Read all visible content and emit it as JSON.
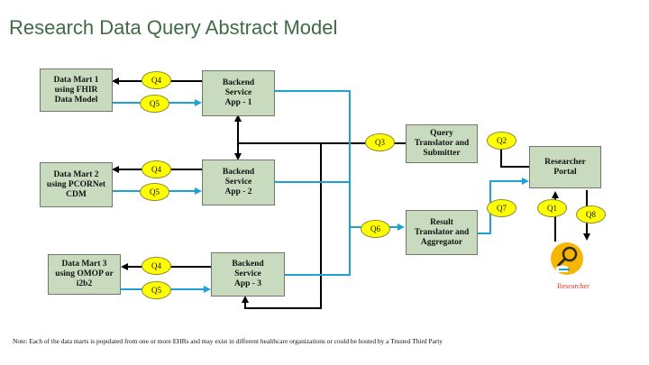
{
  "title": "Research Data Query Abstract Model",
  "boxes": {
    "dm1": "Data Mart 1\nusing FHIR\nData Model",
    "dm2": "Data Mart 2\nusing PCORNet\nCDM",
    "dm3": "Data Mart 3\nusing OMOP or\ni2b2",
    "be1": "Backend\nService\nApp - 1",
    "be2": "Backend\nService\nApp - 2",
    "be3": "Backend\nService\nApp - 3",
    "qts": "Query\nTranslator and\nSubmitter",
    "rta": "Result\nTranslator and\nAggregator",
    "rp": "Researcher\nPortal"
  },
  "ovals": {
    "q4a": "Q4",
    "q5a": "Q5",
    "q4b": "Q4",
    "q5b": "Q5",
    "q4c": "Q4",
    "q5c": "Q5",
    "q3": "Q3",
    "q2": "Q2",
    "q6": "Q6",
    "q7": "Q7",
    "q1": "Q1",
    "q8": "Q8"
  },
  "researcher_label": "Researcher",
  "note": "Note: Each of the data marts is populated from one or more EHRs and may exist in different healthcare organizations or could be hosted by a Trusted Third Party",
  "colors": {
    "title": "#3f6b46",
    "box_fill": "#c9dbbf",
    "oval_fill": "#ffff00",
    "blue_line": "#1ea0d8",
    "label_red": "#e03a2a"
  },
  "icons": {
    "researcher": "magnifier-user-icon"
  }
}
